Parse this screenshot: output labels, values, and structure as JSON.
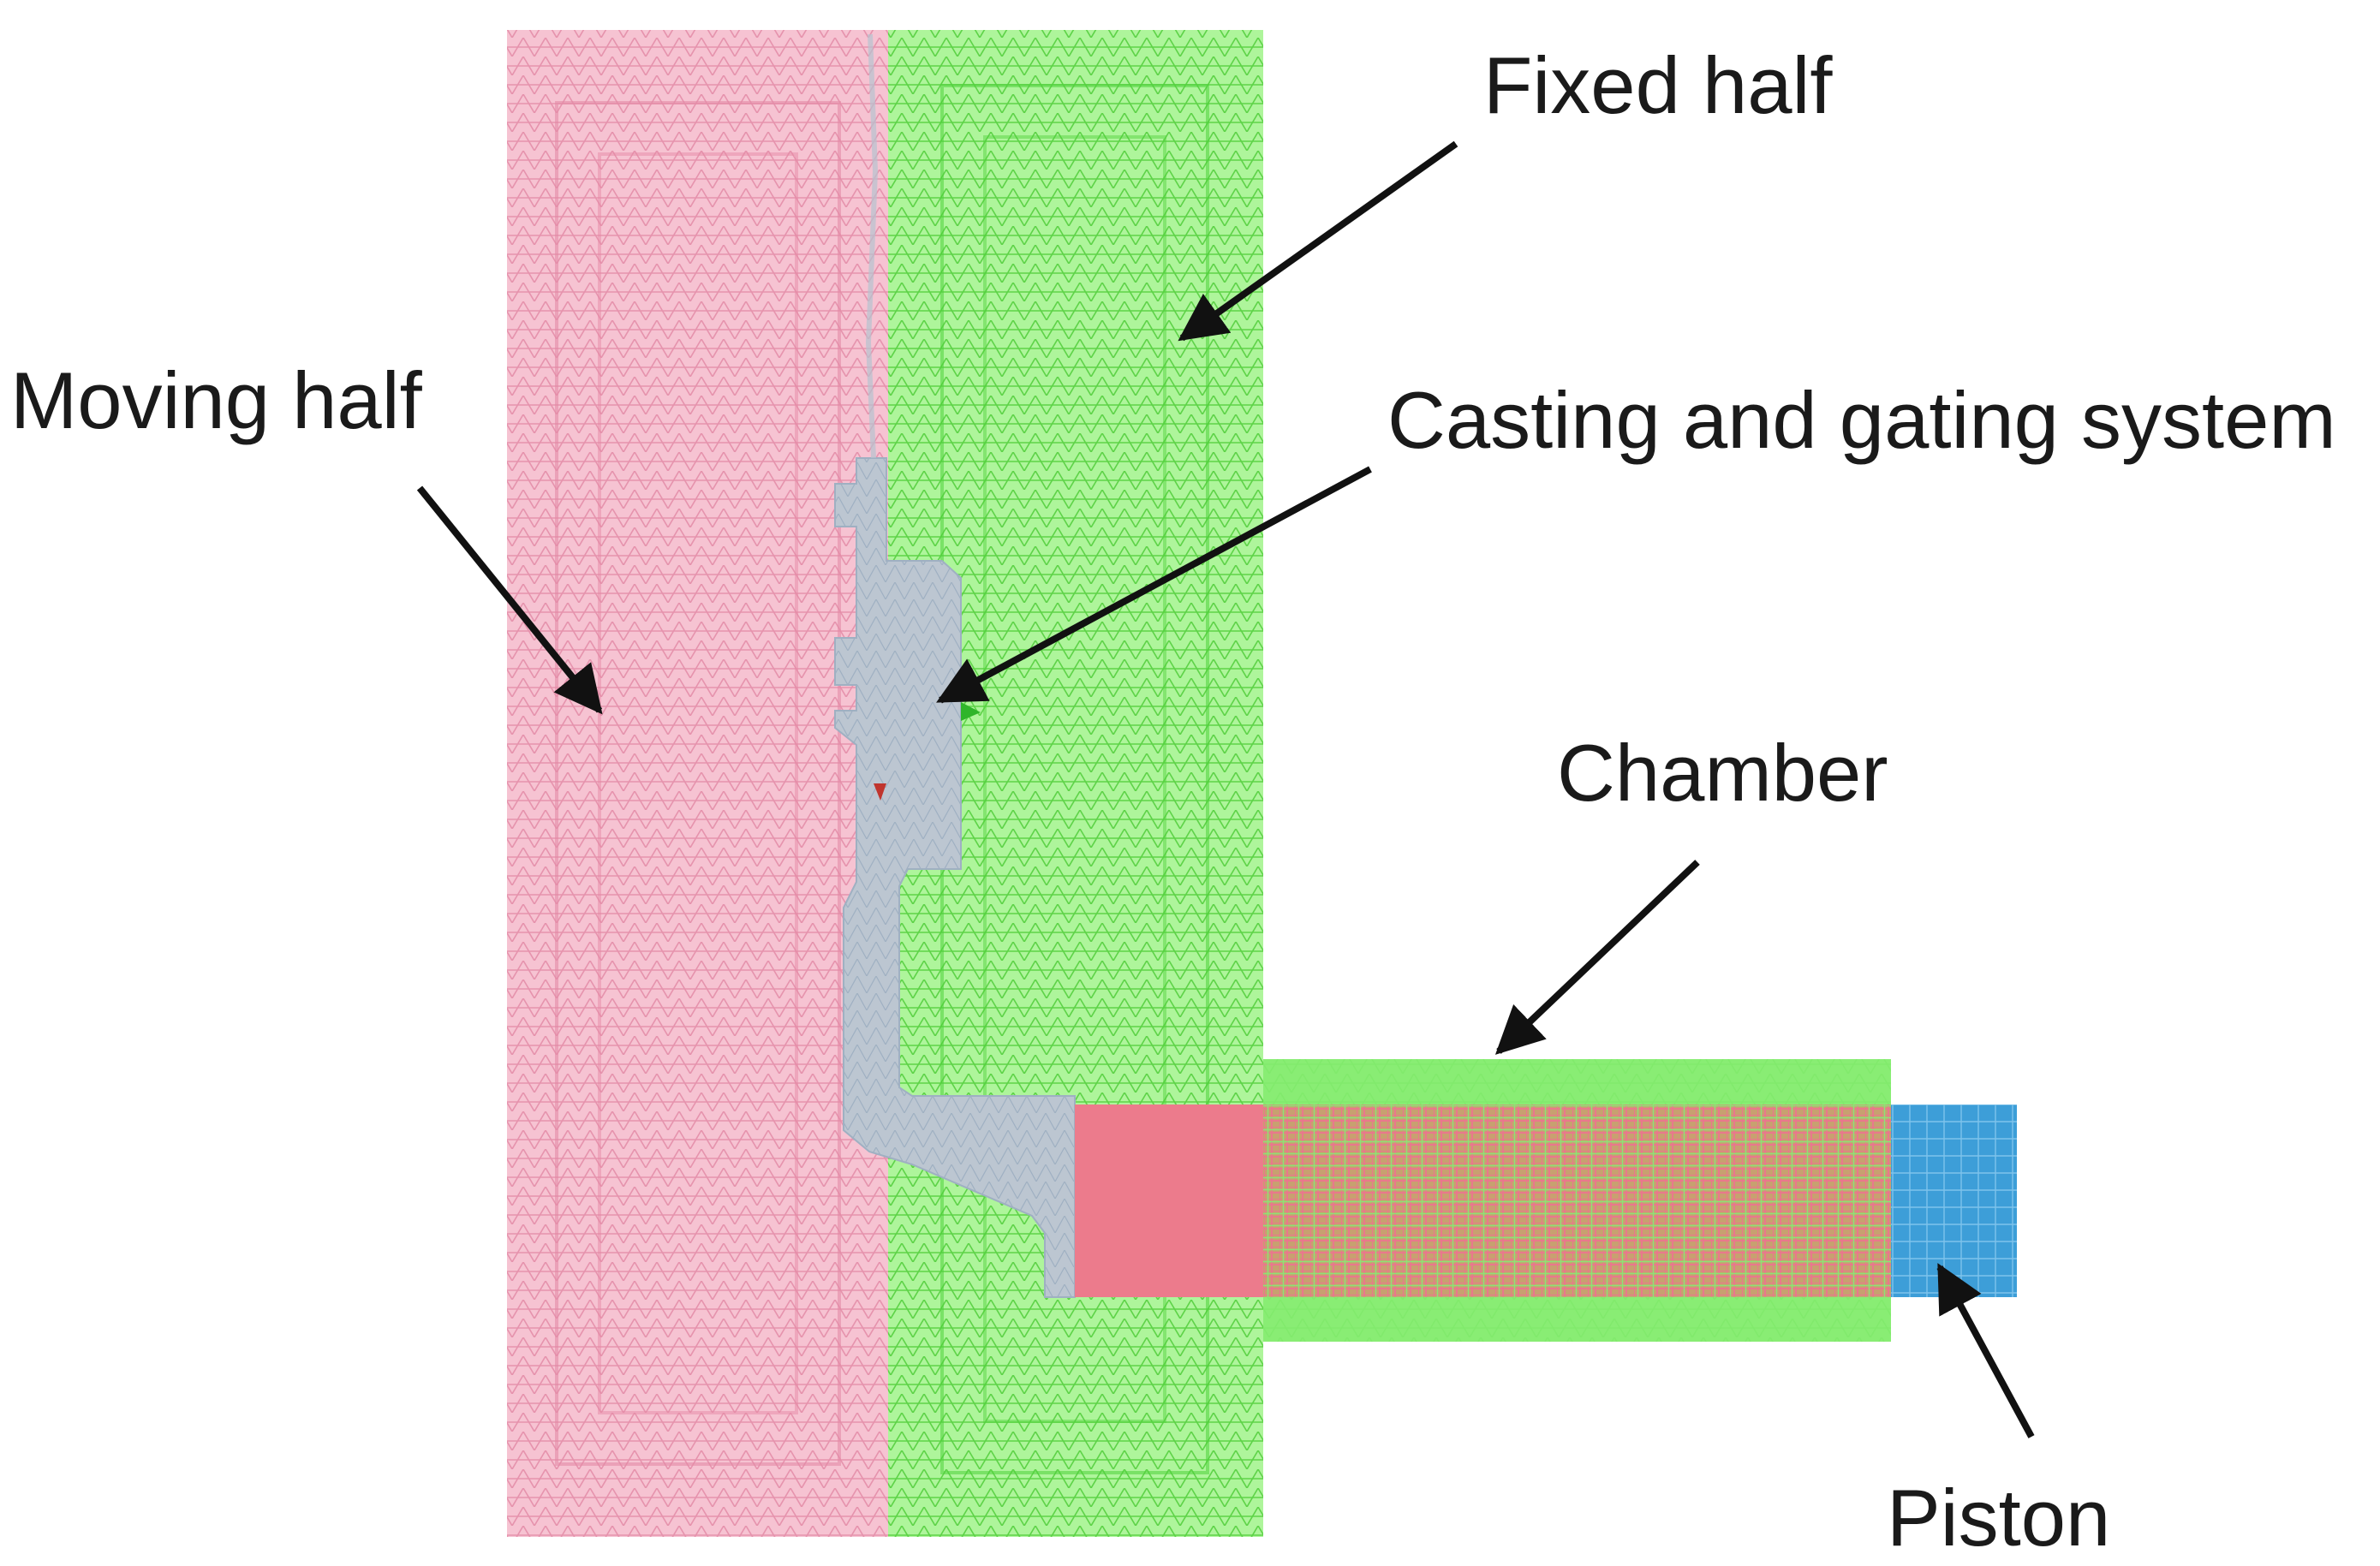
{
  "labels": {
    "moving_half": "Moving half",
    "fixed_half": "Fixed half",
    "casting_gating": "Casting and gating system",
    "chamber": "Chamber",
    "piston": "Piston"
  },
  "colors": {
    "moving_half": "#f4b6c8",
    "moving_half_mesh": "#e58aa6",
    "fixed_half": "#9ef08a",
    "fixed_half_mesh": "#4fd23a",
    "casting": "#b7c3cf",
    "casting_mesh": "#8fa0b2",
    "chamber": "#7fe86b",
    "chamber_inner_red": "#ef7d8e",
    "piston": "#3d9ed8",
    "arrow": "#111111"
  }
}
